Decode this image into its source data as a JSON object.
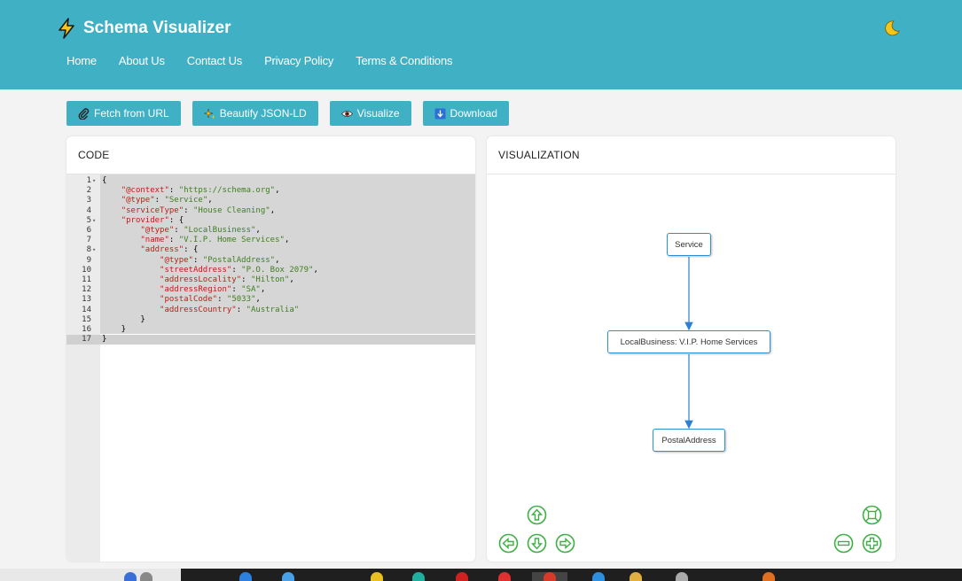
{
  "header": {
    "title": "Schema Visualizer",
    "nav": [
      "Home",
      "About Us",
      "Contact Us",
      "Privacy Policy",
      "Terms & Conditions"
    ]
  },
  "toolbar": {
    "fetch": "Fetch from URL",
    "beautify": "Beautify JSON-LD",
    "visualize": "Visualize",
    "download": "Download"
  },
  "code_panel": {
    "title": "CODE",
    "lines": [
      {
        "n": "1",
        "fold": true,
        "parts": [
          [
            "p",
            "{"
          ]
        ]
      },
      {
        "n": "2",
        "parts": [
          [
            "p",
            "    "
          ],
          [
            "k",
            "\"@context\""
          ],
          [
            "p",
            ": "
          ],
          [
            "s",
            "\"https://schema.org\""
          ],
          [
            "p",
            ","
          ]
        ]
      },
      {
        "n": "3",
        "parts": [
          [
            "p",
            "    "
          ],
          [
            "k",
            "\"@type\""
          ],
          [
            "p",
            ": "
          ],
          [
            "s",
            "\"Service\""
          ],
          [
            "p",
            ","
          ]
        ]
      },
      {
        "n": "4",
        "parts": [
          [
            "p",
            "    "
          ],
          [
            "k",
            "\"serviceType\""
          ],
          [
            "p",
            ": "
          ],
          [
            "s",
            "\"House Cleaning\""
          ],
          [
            "p",
            ","
          ]
        ]
      },
      {
        "n": "5",
        "fold": true,
        "parts": [
          [
            "p",
            "    "
          ],
          [
            "k",
            "\"provider\""
          ],
          [
            "p",
            ": {"
          ]
        ]
      },
      {
        "n": "6",
        "parts": [
          [
            "p",
            "        "
          ],
          [
            "k",
            "\"@type\""
          ],
          [
            "p",
            ": "
          ],
          [
            "s",
            "\"LocalBusiness\""
          ],
          [
            "p",
            ","
          ]
        ]
      },
      {
        "n": "7",
        "parts": [
          [
            "p",
            "        "
          ],
          [
            "k",
            "\"name\""
          ],
          [
            "p",
            ": "
          ],
          [
            "s",
            "\"V.I.P. Home Services\""
          ],
          [
            "p",
            ","
          ]
        ]
      },
      {
        "n": "8",
        "fold": true,
        "parts": [
          [
            "p",
            "        "
          ],
          [
            "k",
            "\"address\""
          ],
          [
            "p",
            ": {"
          ]
        ]
      },
      {
        "n": "9",
        "parts": [
          [
            "p",
            "            "
          ],
          [
            "k",
            "\"@type\""
          ],
          [
            "p",
            ": "
          ],
          [
            "s",
            "\"PostalAddress\""
          ],
          [
            "p",
            ","
          ]
        ]
      },
      {
        "n": "10",
        "parts": [
          [
            "p",
            "            "
          ],
          [
            "k",
            "\"streetAddress\""
          ],
          [
            "p",
            ": "
          ],
          [
            "s",
            "\"P.O. Box 2079\""
          ],
          [
            "p",
            ","
          ]
        ]
      },
      {
        "n": "11",
        "parts": [
          [
            "p",
            "            "
          ],
          [
            "k",
            "\"addressLocality\""
          ],
          [
            "p",
            ": "
          ],
          [
            "s",
            "\"Hilton\""
          ],
          [
            "p",
            ","
          ]
        ]
      },
      {
        "n": "12",
        "parts": [
          [
            "p",
            "            "
          ],
          [
            "k",
            "\"addressRegion\""
          ],
          [
            "p",
            ": "
          ],
          [
            "s",
            "\"SA\""
          ],
          [
            "p",
            ","
          ]
        ]
      },
      {
        "n": "13",
        "parts": [
          [
            "p",
            "            "
          ],
          [
            "k",
            "\"postalCode\""
          ],
          [
            "p",
            ": "
          ],
          [
            "s",
            "\"5033\""
          ],
          [
            "p",
            ","
          ]
        ]
      },
      {
        "n": "14",
        "parts": [
          [
            "p",
            "            "
          ],
          [
            "k",
            "\"addressCountry\""
          ],
          [
            "p",
            ": "
          ],
          [
            "s",
            "\"Australia\""
          ]
        ]
      },
      {
        "n": "15",
        "parts": [
          [
            "p",
            "        }"
          ]
        ]
      },
      {
        "n": "16",
        "parts": [
          [
            "p",
            "    }"
          ]
        ]
      },
      {
        "n": "17",
        "active": true,
        "parts": [
          [
            "p",
            "}"
          ]
        ]
      }
    ]
  },
  "viz_panel": {
    "title": "VISUALIZATION",
    "nodes": {
      "service": "Service",
      "local_business": "LocalBusiness: V.I.P. Home Services",
      "postal_address": "PostalAddress"
    }
  },
  "colors": {
    "header_bg": "#40b0c4",
    "button_bg": "#40b0c4",
    "node_border": "#2f8fd0",
    "control_green": "#3cb043",
    "json_key": "#c41a16",
    "json_string": "#3f7f1f"
  }
}
